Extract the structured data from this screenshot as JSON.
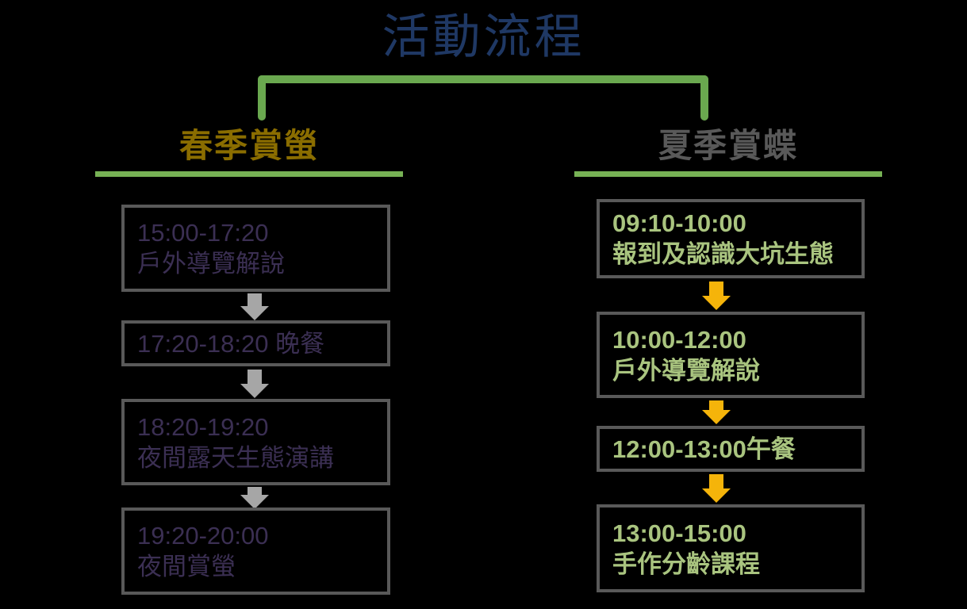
{
  "title": "活動流程",
  "colors": {
    "background": "#000000",
    "title_text": "#1f3864",
    "bracket_green": "#6aa84f",
    "rule_green": "#77b255",
    "spring_heading": "#8a6d00",
    "summer_heading": "#595959",
    "box_border": "#595959",
    "left_text": "#3b2f53",
    "right_text": "#a9c47f",
    "arrow_gray": "#a6a6a6",
    "arrow_orange": "#f5b40a"
  },
  "columns": [
    {
      "heading": "春季賞螢",
      "arrow_icon": "arrow-down-icon",
      "arrow_color": "#a6a6a6",
      "steps": [
        {
          "time": "15:00-17:20",
          "activity": "戶外導覽解說"
        },
        {
          "time": "17:20-18:20  晚餐",
          "activity": ""
        },
        {
          "time": "18:20-19:20",
          "activity": "夜間露天生態演講"
        },
        {
          "time": "19:20-20:00",
          "activity": "夜間賞螢"
        }
      ]
    },
    {
      "heading": "夏季賞蝶",
      "arrow_icon": "arrow-down-icon",
      "arrow_color": "#f5b40a",
      "steps": [
        {
          "time": "09:10-10:00",
          "activity": "報到及認識大坑生態"
        },
        {
          "time": "10:00-12:00",
          "activity": "戶外導覽解說"
        },
        {
          "time": "12:00-13:00午餐",
          "activity": ""
        },
        {
          "time": "13:00-15:00",
          "activity": "手作分齡課程"
        }
      ]
    }
  ]
}
